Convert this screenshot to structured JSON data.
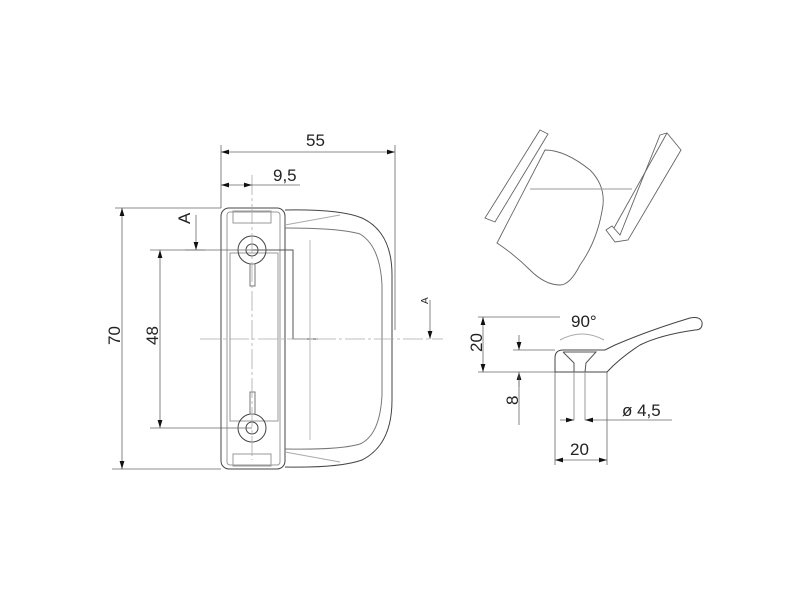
{
  "front_view": {
    "dim_width": "55",
    "dim_offset": "9,5",
    "dim_height": "70",
    "dim_hole_spacing": "48",
    "section_label_left": "A",
    "section_label_right": "A"
  },
  "side_view": {
    "dim_height": "20",
    "dim_base": "8",
    "dim_angle": "90°",
    "dim_hole_diameter": "ø 4,5",
    "dim_width": "20"
  },
  "colors": {
    "line": "#333333",
    "thin": "#999999",
    "background": "#ffffff"
  }
}
